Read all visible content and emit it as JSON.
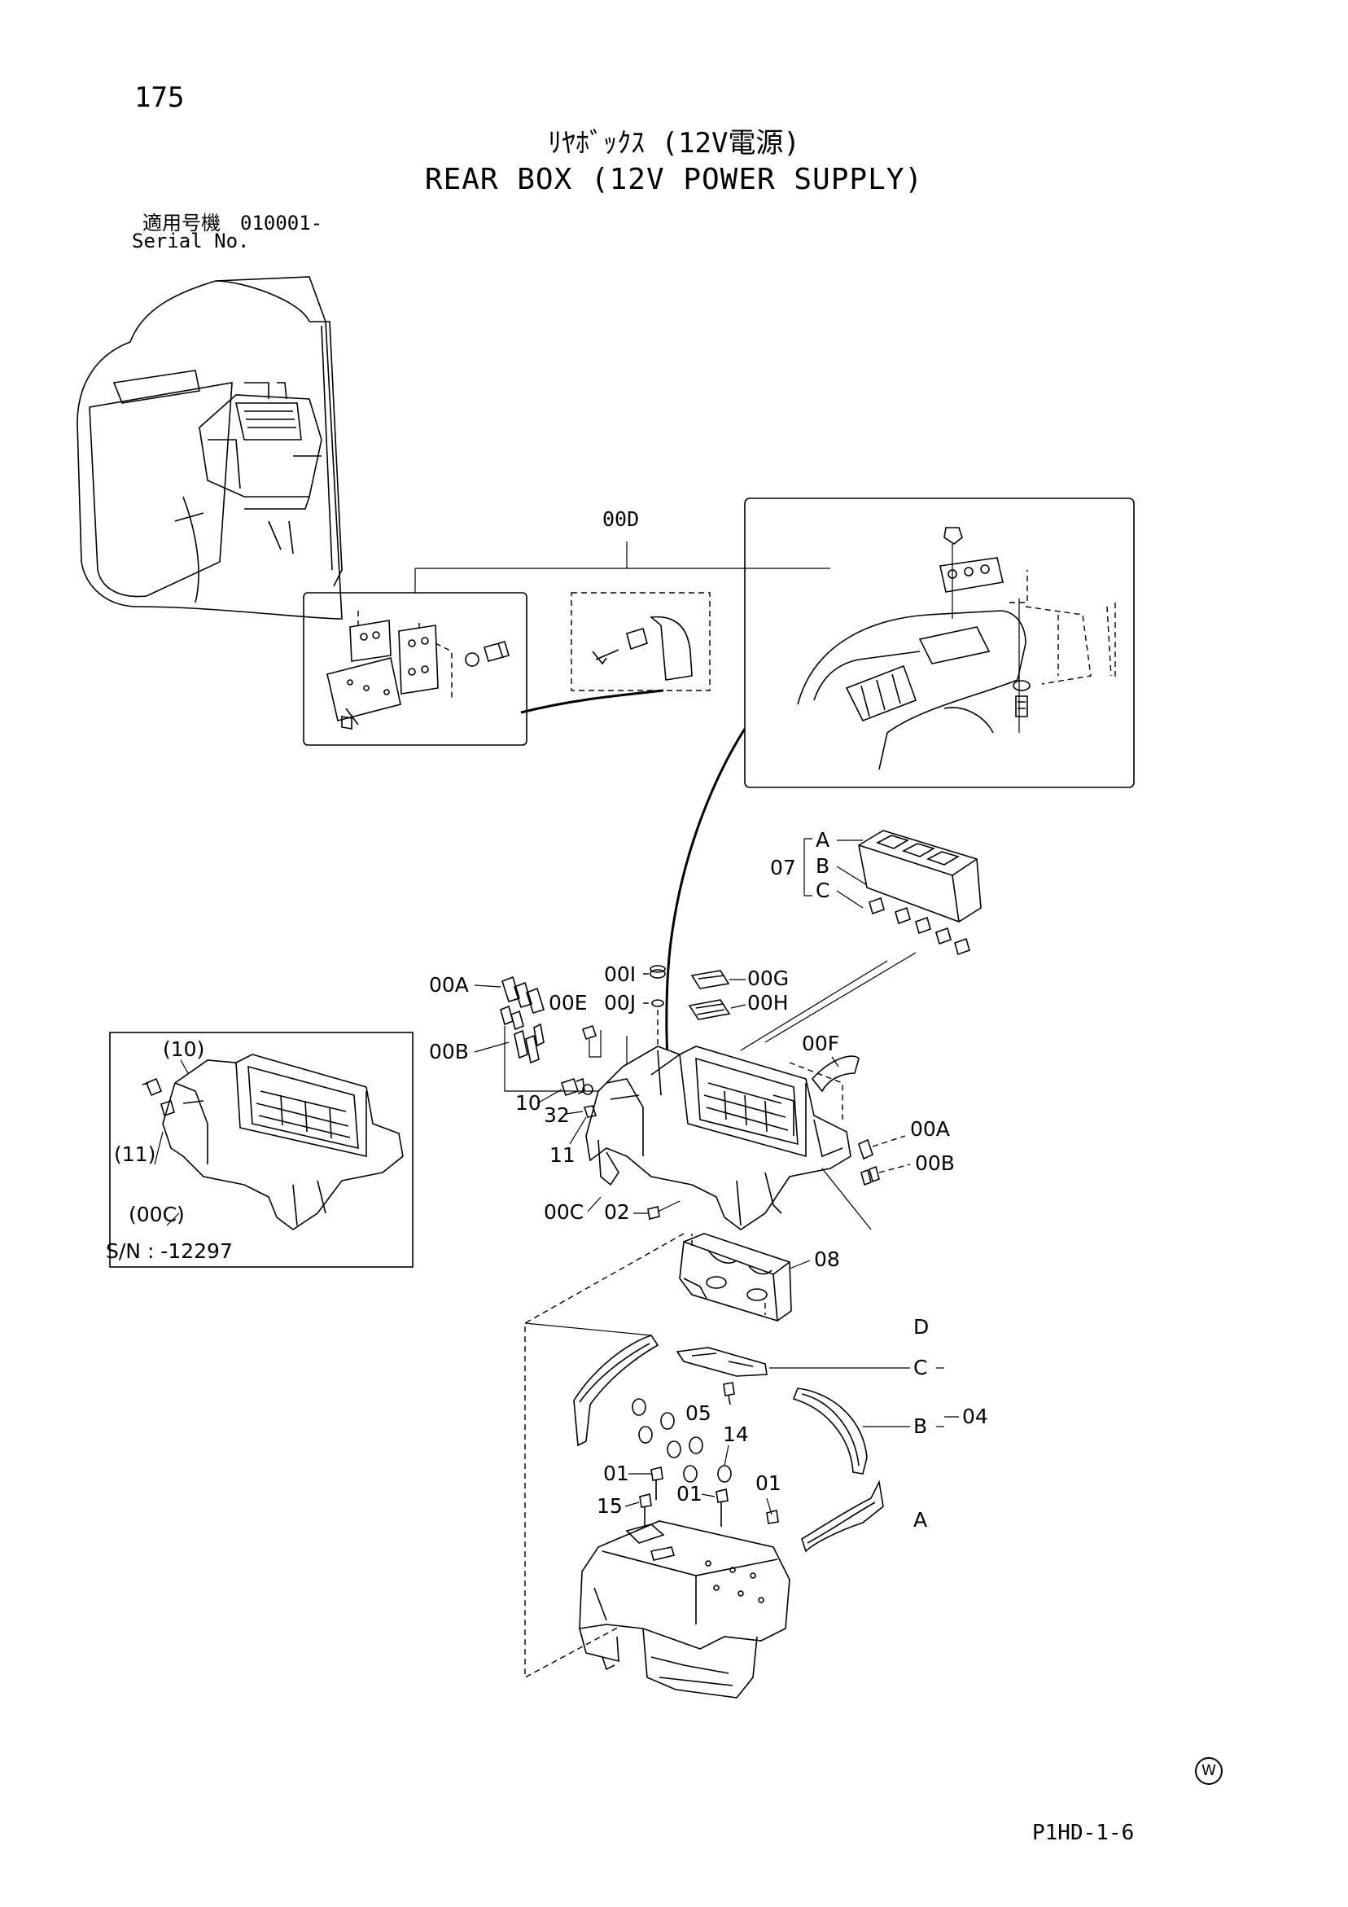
{
  "header": {
    "page_number": "175",
    "title_jp": "ﾘﾔﾎﾞｯｸｽ (12V電源)",
    "title_en": "REAR BOX (12V POWER SUPPLY)",
    "serial_label_jp": "適用号機　010001-",
    "serial_label_en": "Serial No."
  },
  "callouts": {
    "c00D": "00D",
    "c07": "07",
    "c07A": "A",
    "c07B": "B",
    "c07C": "C",
    "c00A_top": "00A",
    "c00B_top": "00B",
    "c00E": "00E",
    "c00I": "00I",
    "c00J": "00J",
    "c00G": "00G",
    "c00H": "00H",
    "c00F": "00F",
    "c10": "10",
    "c32": "32",
    "c11": "11",
    "c00C": "00C",
    "c02": "02",
    "c00A_right": "00A",
    "c00B_right": "00B",
    "c08": "08",
    "cD": "D",
    "cC": "C",
    "cB": "B",
    "c04": "04",
    "cA": "A",
    "c05": "05",
    "c14": "14",
    "c01a": "01",
    "c15": "15",
    "c01b": "01",
    "c01c": "01"
  },
  "inset": {
    "c10": "(10)",
    "c11": "(11)",
    "c00C": "(00C)",
    "serial_range": "S/N : -12297"
  },
  "footer": {
    "code": "P1HD-1-6",
    "mark": "W"
  }
}
